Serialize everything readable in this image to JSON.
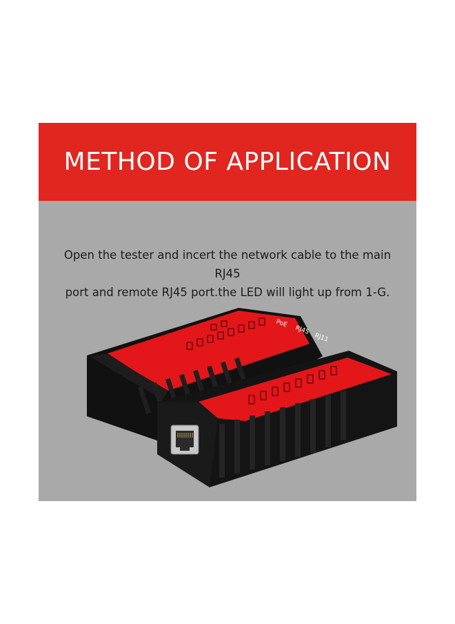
{
  "banner": {
    "title": "METHOD OF APPLICATION",
    "color": "#e0261f"
  },
  "description": {
    "line1": "Open the tester and incert the network cable to the main RJ45",
    "line2": "port and remote RJ45 port.the LED will light up from 1-G."
  },
  "device": {
    "port_labels": [
      "PoE",
      "RJ45",
      "RJ11"
    ],
    "colors": {
      "body": "#141414",
      "panel": "#e3161a",
      "background": "#a9a9a9"
    }
  }
}
